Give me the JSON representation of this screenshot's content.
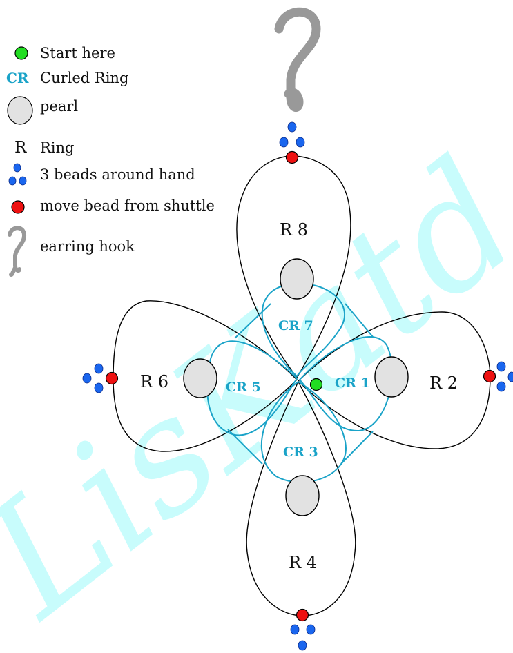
{
  "legend": {
    "start": "Start here",
    "cr_symbol": "CR",
    "cr_text": "Curled Ring",
    "pearl": "pearl",
    "ring_symbol": "R",
    "ring_text": "Ring",
    "beads": "3 beads around hand",
    "move_bead": "move bead from shuttle",
    "hook": "earring hook"
  },
  "rings": {
    "r2": "R 2",
    "r4": "R 4",
    "r6": "R 6",
    "r8": "R 8"
  },
  "curled_rings": {
    "cr1": "CR 1",
    "cr3": "CR 3",
    "cr5": "CR 5",
    "cr7": "CR 7"
  },
  "watermark": "LisKatd",
  "colors": {
    "ring_outline": "#000000",
    "curled_ring": "#1aa3c8",
    "start_dot": "#22dd22",
    "move_bead": "#ee1111",
    "bead": "#1a66ee",
    "pearl": "#e2e2e2",
    "hook": "#999999",
    "watermark": "#c8fcfc"
  }
}
